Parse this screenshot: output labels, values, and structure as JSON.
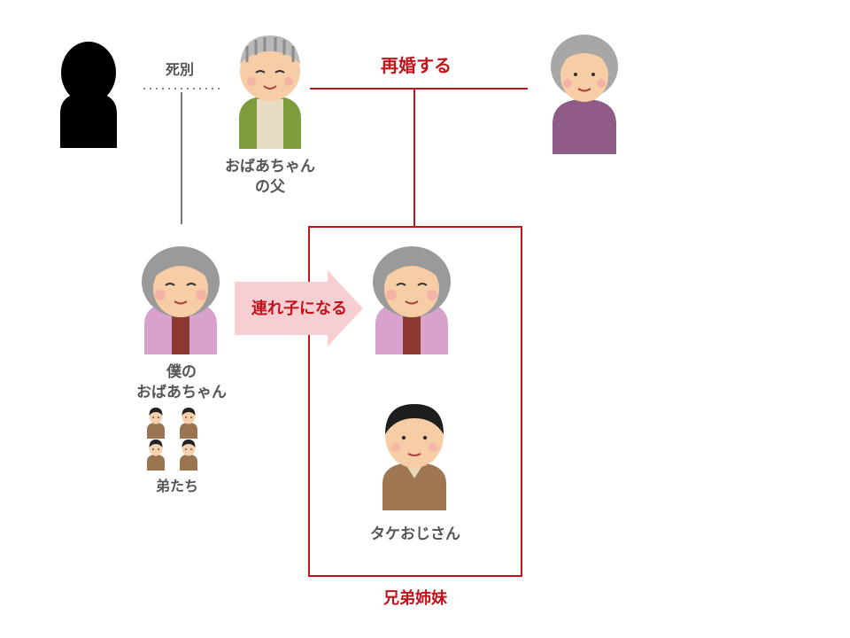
{
  "labels": {
    "separation": "死別",
    "remarry": "再婚する",
    "father_line1": "おばあちゃん",
    "father_line2": "の父",
    "grandma_line1": "僕の",
    "grandma_line2": "おばあちゃん",
    "brothers": "弟たち",
    "stepchild": "連れ子になる",
    "take_uncle": "タケおじさん",
    "siblings": "兄弟姉妹"
  },
  "colors": {
    "accent_red": "#c0131b",
    "line_gray": "#777777",
    "text_gray": "#555555",
    "arrow_pink": "#f7cfd3"
  },
  "icons": [
    "deceased-silhouette-icon",
    "grandfather-icon",
    "stepmother-icon",
    "grandmother-icon",
    "grandmother-as-stepchild-icon",
    "take-uncle-icon",
    "brother-icon"
  ]
}
